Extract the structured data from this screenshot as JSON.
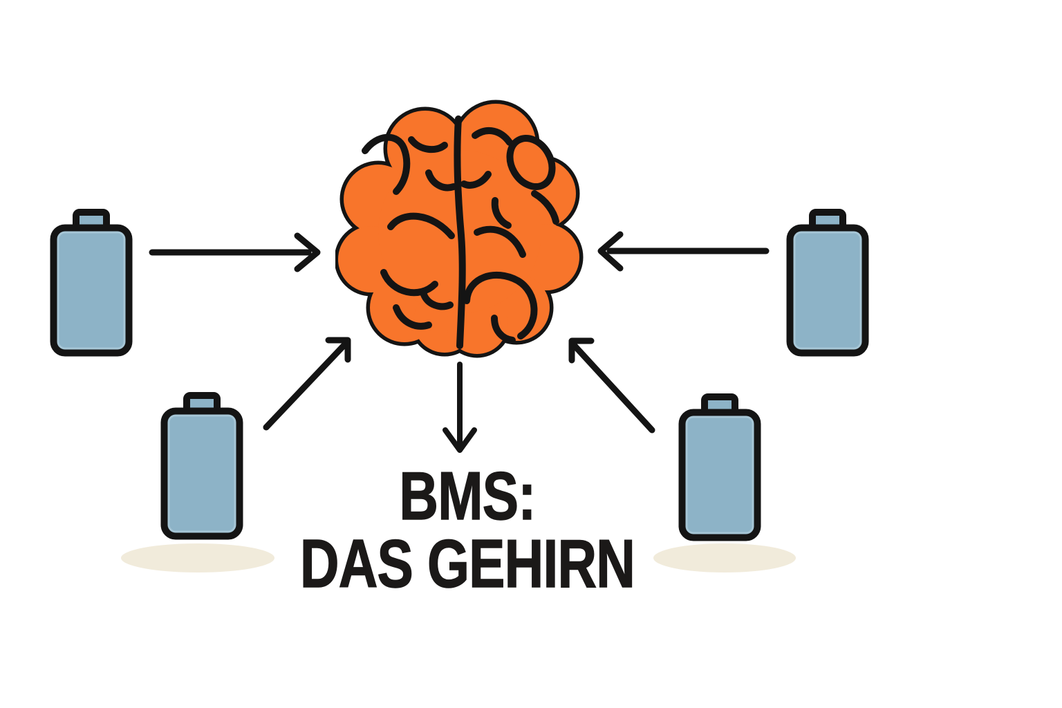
{
  "caption": {
    "line1": "BMS:",
    "line2": "DAS GEHIRN",
    "color": "#1B1918"
  },
  "palette": {
    "brain_orange": "#F8752B",
    "battery_blue": "#8DB3C7",
    "battery_blue_inner_edge": "#A6C6D6",
    "outline_black": "#141414",
    "shadow_cream": "#F1EBDB",
    "background": "#FFFFFF"
  },
  "icons": {
    "center": "brain-icon",
    "batteries": [
      "battery-icon-left",
      "battery-icon-right",
      "battery-icon-bottom-left",
      "battery-icon-bottom-right"
    ],
    "arrows": [
      "arrow-left-battery-to-brain",
      "arrow-right-battery-to-brain",
      "arrow-bottom-left-battery-to-brain",
      "arrow-bottom-right-battery-to-brain",
      "arrow-brain-to-caption"
    ]
  }
}
